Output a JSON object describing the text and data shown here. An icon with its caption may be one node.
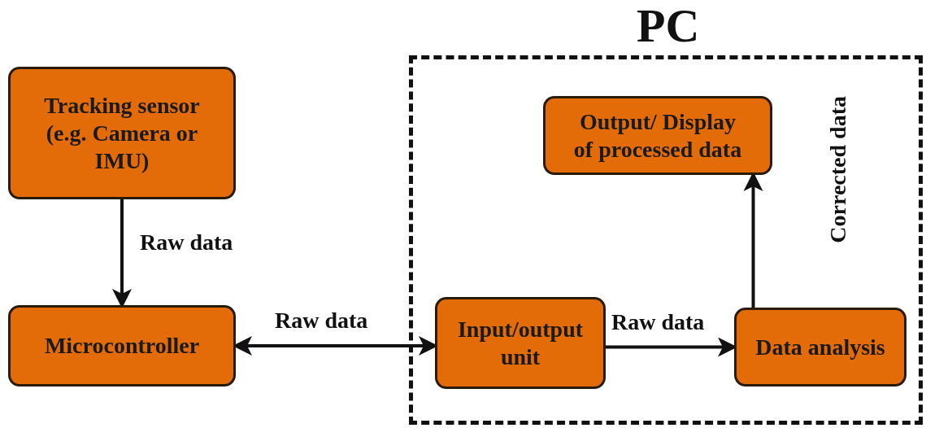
{
  "diagram": {
    "nodes": [
      {
        "text": [
          "Tracking sensor (e.g. Camera or IMU)"
        ]
      },
      {
        "text": [
          "Microcontroller"
        ]
      },
      {
        "text": [
          "PC"
        ]
      },
      {
        "text": [
          "Output/ Display of processed data"
        ],
        "in": 2
      },
      {
        "text": [
          "Input/output unit"
        ],
        "in": 2
      },
      {
        "text": [
          "Data analysis"
        ],
        "in": 2
      }
    ],
    "edges": [
      {
        "from": 0,
        "to": 1,
        "arrow": "to",
        "label": "Raw data"
      },
      {
        "from": 1,
        "to": 4,
        "arrow": "both",
        "label": "Raw data"
      },
      {
        "from": 4,
        "to": 5,
        "arrow": "to",
        "label": "Raw data"
      },
      {
        "from": 5,
        "to": 3,
        "arrow": "to",
        "label": "Corrected data"
      }
    ]
  }
}
